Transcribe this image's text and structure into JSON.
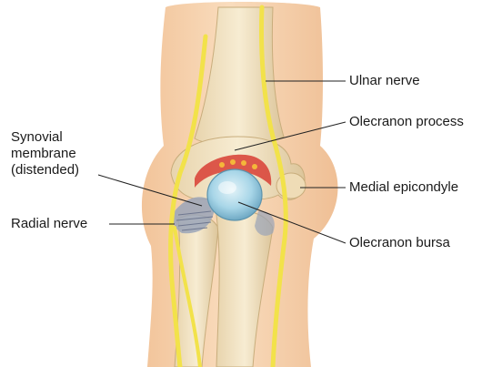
{
  "labels": {
    "ulnar_nerve": "Ulnar nerve",
    "olecranon_process": "Olecranon process",
    "synovial_membrane": "Synovial\nmembrane\n(distended)",
    "medial_epicondyle": "Medial epicondyle",
    "radial_nerve": "Radial nerve",
    "olecranon_bursa": "Olecranon bursa"
  },
  "colors": {
    "skin": "#f3c9a0",
    "bone": "#efe1bf",
    "nerve": "#f2e24a",
    "bursa": "#9fd1e6",
    "synovium": "#d9473c",
    "cartilage": "#9aa4b8",
    "leader_line": "#222222"
  }
}
